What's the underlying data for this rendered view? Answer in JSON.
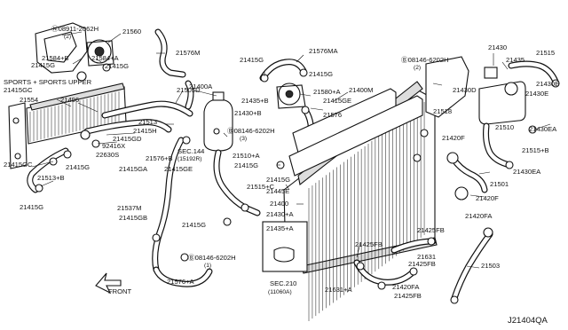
{
  "labels": {
    "p08911_2062h": "Ⓝ08911-2062H",
    "p08911_qty": "(2)",
    "p21560": "21560",
    "p21576m": "21576M",
    "p21584b": "21584+B",
    "p21584a": "21584+A",
    "p21415g_tl1": "21415G",
    "p21415g_tl2": "21415G",
    "sports": "SPORTS + SPORTS UPPER",
    "p21415gc_1": "21415GC",
    "p21554": "21554",
    "p21496": "21496",
    "p21505d": "21505D",
    "p21400a": "21400A",
    "p21513": "21513",
    "p21415h": "21415H",
    "p21415gd": "21415GD",
    "p92416x": "92416X",
    "p22630s": "22630S",
    "p21415gc_2": "21415GC",
    "p21415g_l1": "21415G",
    "p21513b": "21513+B",
    "p21415g_l2": "21415G",
    "p21576b": "21576+B",
    "p21415ga": "21415GA",
    "p21415ge_1": "21415GE",
    "sec144": "SEC.144",
    "sec144_sub": "(15192R)",
    "p21537m": "21537M",
    "p21415gb": "21415GB",
    "p21415g_m": "21415G",
    "p08146_6202h_b": "Ⓑ08146-6202H",
    "p08146_b_qty": "(1)",
    "p21576a": "21576+A",
    "front": "FRONT",
    "p21415g_t1": "21415G",
    "p21576ma": "21576MA",
    "p21415g_t2": "21415G",
    "p21580a": "21580+A",
    "p21415ge_2": "21415GE",
    "p21435b": "21435+B",
    "p21430b": "21430+B",
    "p08146_6202h_m": "Ⓑ08146-6202H",
    "p08146_m_qty": "(3)",
    "p21576": "21576",
    "p21510a": "21510+A",
    "p21415g_c": "21415G",
    "p21515c": "21515+C",
    "p21415g_c2": "21415G",
    "p21445e": "21445E",
    "p21400m": "21400M",
    "p21400": "21400",
    "p21430a": "21430+A",
    "p21435a": "21435+A",
    "p21425fb_1": "21425FB",
    "p21425fb_2": "21425FB",
    "p21425fb_3": "21425FB",
    "p21425fb_4": "21425FB",
    "p21631": "21631",
    "p21631a": "21631+A",
    "p21420fa_1": "21420FA",
    "p21420fa_2": "21420FA",
    "sec210": "SEC.210",
    "sec210_sub": "(11060A)",
    "p08146_6202h_r": "Ⓑ08146-6202H",
    "p08146_r_qty": "(2)",
    "p21430": "21430",
    "p21435": "21435",
    "p21515": "21515",
    "p21430d": "21430D",
    "p21430e_1": "21430E",
    "p21430e_2": "21430E",
    "p21518": "21518",
    "p21510": "21510",
    "p21430ea_1": "21430EA",
    "p21420f_1": "21420F",
    "p21515b": "21515+B",
    "p21430ea_2": "21430EA",
    "p21501": "21501",
    "p21420f_2": "21420F",
    "p21503": "21503",
    "ref": "J21404QA"
  }
}
